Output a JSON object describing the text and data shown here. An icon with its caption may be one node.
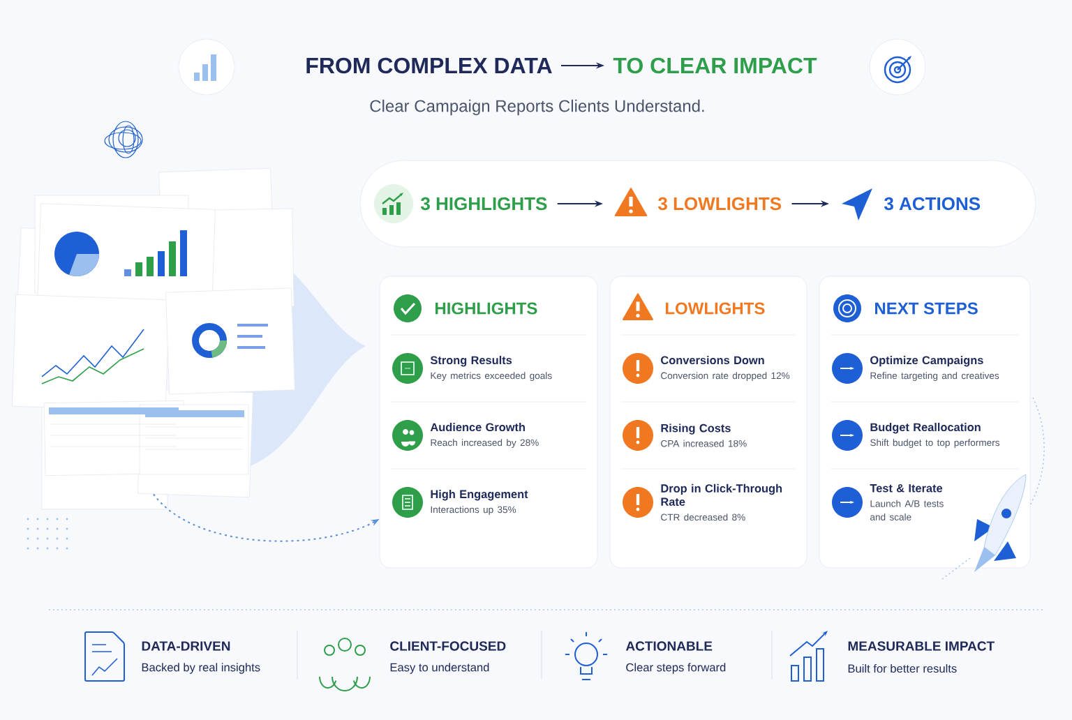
{
  "diagram": {
    "nodes": [
      {
        "text": [
          "FROM COMPLEX DATA"
        ]
      },
      {
        "text": [
          "TO CLEAR IMPACT"
        ]
      },
      {
        "text": [],
        "shape": "picture"
      },
      {
        "text": [],
        "shape": "box"
      },
      {
        "text": [
          "3 HIGHLIGHTS"
        ],
        "in": 3
      },
      {
        "text": [
          "3 LOWLIGHTS"
        ],
        "in": 3
      },
      {
        "text": [
          "3 ACTIONS"
        ],
        "in": 3
      },
      {
        "text": [
          "HIGHLIGHTS"
        ]
      },
      {
        "text": [
          "Strong Results",
          "Key metrics exceeded goals"
        ],
        "in": 7
      },
      {
        "text": [
          "Audience Growth",
          "Reach increased by 28%"
        ],
        "in": 7
      },
      {
        "text": [
          "High Engagement",
          "Interactions up 35%"
        ],
        "in": 7
      },
      {
        "text": [
          "LOWLIGHTS"
        ]
      },
      {
        "text": [
          "Conversions Down",
          "Conversion rate dropped 12%"
        ],
        "in": 11
      },
      {
        "text": [
          "Rising Costs",
          "CPA increased 18%"
        ],
        "in": 11
      },
      {
        "text": [
          "Drop in Click-Through Rate",
          "CTR decreased 8%"
        ],
        "in": 11
      },
      {
        "text": [
          "NEXT STEPS"
        ]
      },
      {
        "text": [
          "Optimize Campaigns",
          "Refine targeting and creatives"
        ],
        "in": 15
      },
      {
        "text": [
          "Budget Reallocation",
          "Shift budget to top performers"
        ],
        "in": 15
      },
      {
        "text": [
          "Test & Iterate",
          "Launch A/B tests and scale"
        ],
        "in": 15
      }
    ],
    "edges": [
      {
        "from": 0,
        "to": 1,
        "arrow": "to"
      },
      {
        "from": 4,
        "to": 5,
        "arrow": "to"
      },
      {
        "from": 5,
        "to": 6,
        "arrow": "to"
      },
      {
        "from": 2,
        "to": 7,
        "arrow": "to",
        "style": "dashed",
        "color": "#5b8fd9"
      }
    ],
    "labels": [
      "Clear Campaign Reports Clients Understand.",
      "DATA-DRIVEN",
      "Backed by real insights",
      "CLIENT-FOCUSED",
      "Easy to understand",
      "ACTIONABLE",
      "Clear steps forward",
      "MEASURABLE IMPACT",
      "Built for better results"
    ]
  }
}
